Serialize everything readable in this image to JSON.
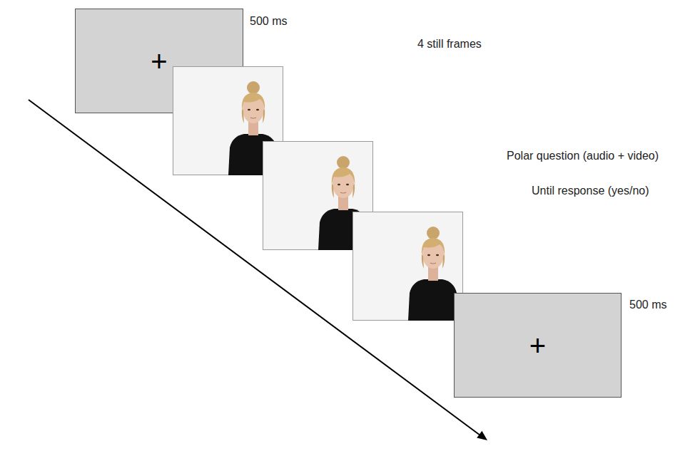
{
  "diagram": {
    "nodes": [
      {
        "text": [
          "+"
        ]
      },
      {
        "text": [
          "+"
        ]
      }
    ],
    "labels": [
      "500 ms",
      "4 still frames",
      "Polar question (audio + video)",
      "Until response (yes/no)",
      "500 ms"
    ]
  }
}
